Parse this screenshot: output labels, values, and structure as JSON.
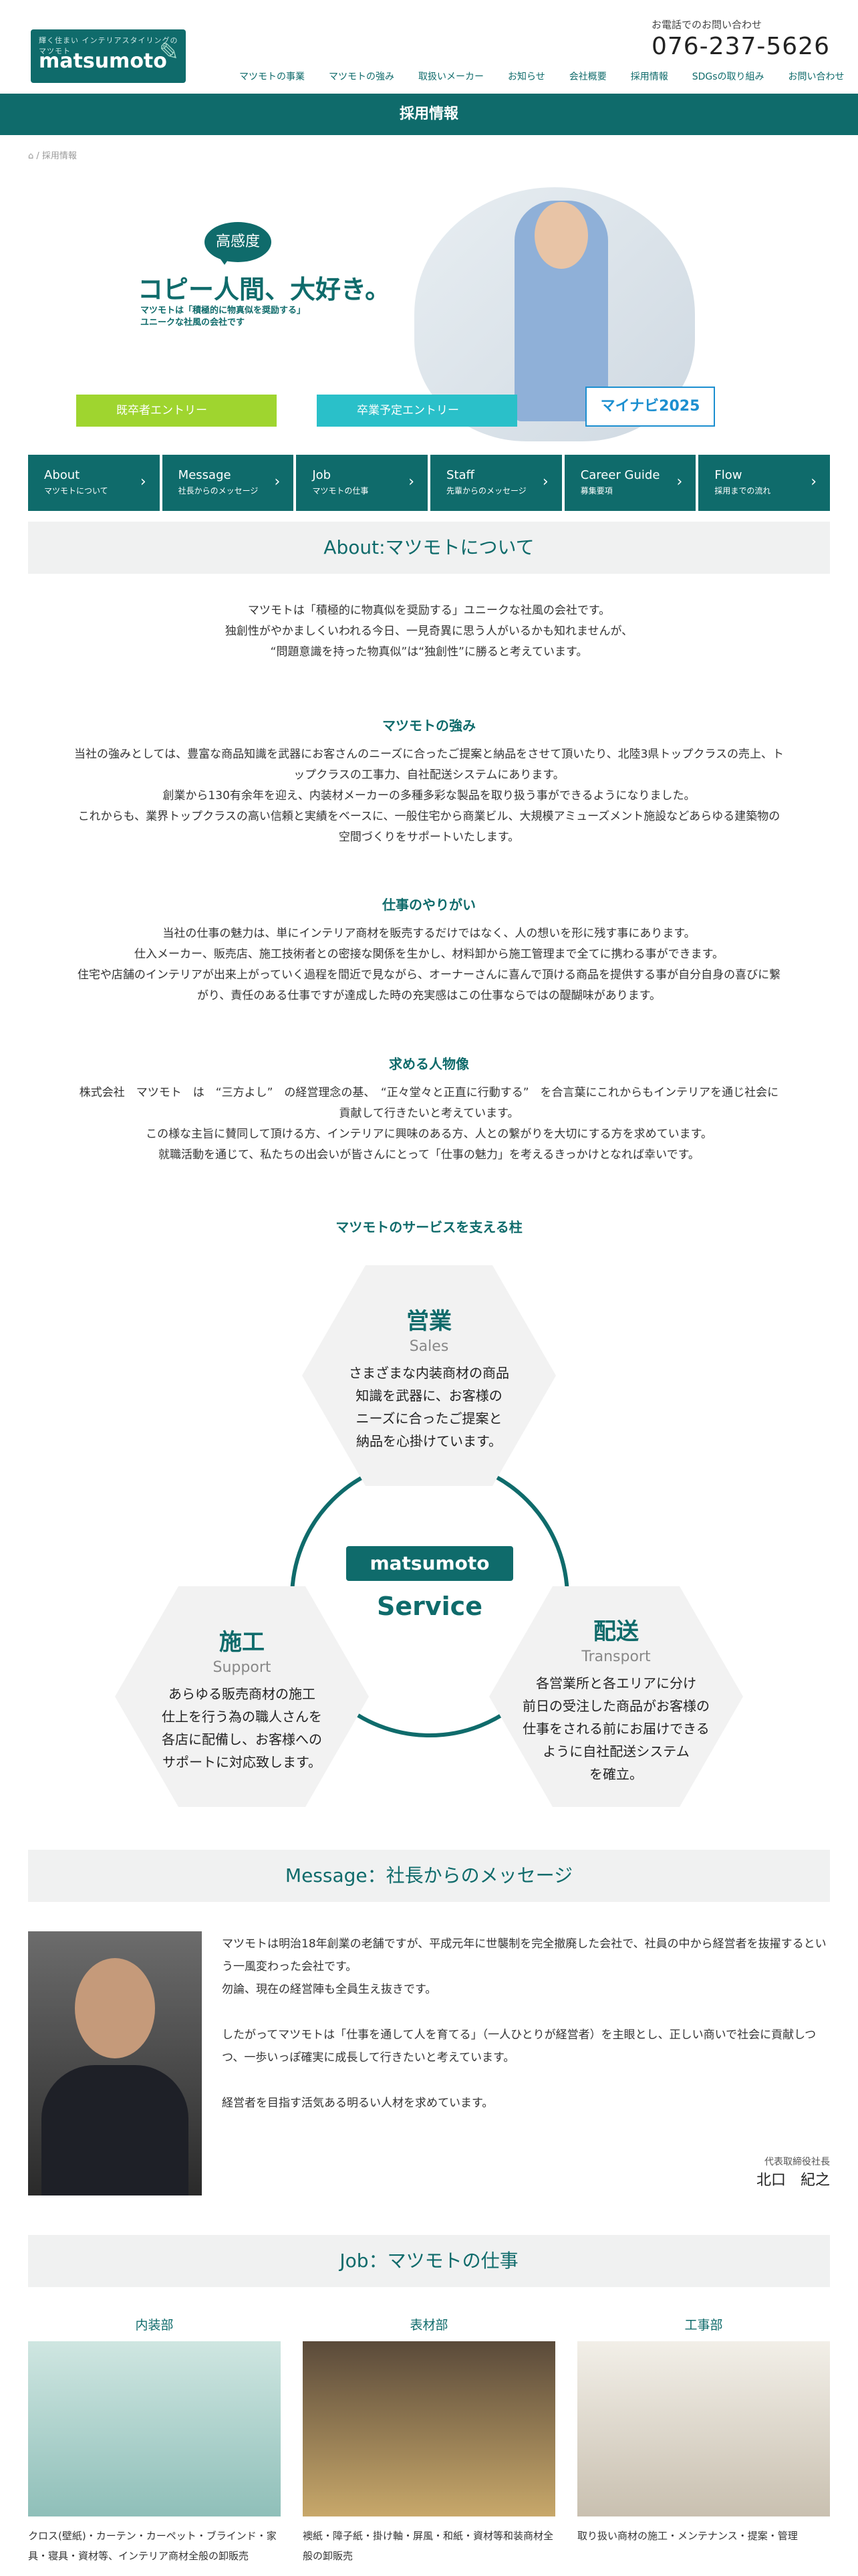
{
  "header": {
    "logo_tag": "輝く住まい インテリアスタイリングのマツモト",
    "logo_name": "matsumoto",
    "contact_label": "お電話でのお問い合わせ",
    "tel": "076-237-5626",
    "nav": [
      "マツモトの事業",
      "マツモトの強み",
      "取扱いメーカー",
      "お知らせ",
      "会社概要",
      "採用情報",
      "SDGsの取り組み",
      "お問い合わせ"
    ]
  },
  "title_bar": "採用情報",
  "breadcrumb": "採用情報",
  "hero": {
    "bubble": "高感度",
    "catch": "コピー人間、大好き。",
    "sub1": "マツモトは「積極的に物真似を奨励する」",
    "sub2": "ユニークな社風の会社です",
    "btn_new": "既卒者エントリー",
    "btn_grad": "卒業予定エントリー",
    "mynavi": "マイナビ2025"
  },
  "tabs": [
    {
      "en": "About",
      "ja": "マツモトについて"
    },
    {
      "en": "Message",
      "ja": "社長からのメッセージ"
    },
    {
      "en": "Job",
      "ja": "マツモトの仕事"
    },
    {
      "en": "Staff",
      "ja": "先輩からのメッセージ"
    },
    {
      "en": "Career Guide",
      "ja": "募集要項"
    },
    {
      "en": "Flow",
      "ja": "採用までの流れ"
    }
  ],
  "about": {
    "head": "About:マツモトについて",
    "intro": [
      "マツモトは「積極的に物真似を奨励する」ユニークな社風の会社です。",
      "独創性がやかましくいわれる今日、一見奇異に思う人がいるかも知れませんが、",
      "“問題意識を持った物真似”は“独創性”に勝ると考えています。"
    ],
    "strength_title": "マツモトの強み",
    "strength": [
      "当社の強みとしては、豊富な商品知識を武器にお客さんのニーズに合ったご提案と納品をさせて頂いたり、北陸3県トップクラスの売上、ト",
      "ップクラスの工事力、自社配送システムにあります。",
      "創業から130有余年を迎え、内装材メーカーの多種多彩な製品を取り扱う事ができるようになりました。",
      "これからも、業界トップクラスの高い信頼と実績をベースに、一般住宅から商業ビル、大規模アミューズメント施設などあらゆる建築物の",
      "空間づくりをサポートいたします。"
    ],
    "work_title": "仕事のやりがい",
    "work": [
      "当社の仕事の魅力は、単にインテリア商材を販売するだけではなく、人の想いを形に残す事にあります。",
      "仕入メーカー、販売店、施工技術者との密接な関係を生かし、材料卸から施工管理まで全てに携わる事ができます。",
      "住宅や店舗のインテリアが出来上がっていく過程を間近で見ながら、オーナーさんに喜んで頂ける商品を提供する事が自分自身の喜びに繋",
      "がり、責任のある仕事ですが達成した時の充実感はこの仕事ならではの醍醐味があります。"
    ],
    "people_title": "求める人物像",
    "people": [
      "株式会社　マツモト　は　“三方よし”　の経営理念の基、　“正々堂々と正直に行動する”　を合言葉にこれからもインテリアを通じ社会に",
      "貢献して行きたいと考えています。",
      "この様な主旨に賛同して頂ける方、インテリアに興味のある方、人との繋がりを大切にする方を求めています。",
      "就職活動を通じて、私たちの出会いが皆さんにとって「仕事の魅力」を考えるきっかけとなれば幸いです。"
    ],
    "pillars_title": "マツモトのサービスを支える柱"
  },
  "pillars": {
    "sales": {
      "ja": "営業",
      "en": "Sales",
      "lines": [
        "さまざまな内装商材の商品",
        "知識を武器に、お客様の",
        "ニーズに合ったご提案と",
        "納品を心掛けています。"
      ]
    },
    "support": {
      "ja": "施工",
      "en": "Support",
      "lines": [
        "あらゆる販売商材の施工",
        "仕上を行う為の職人さんを",
        "各店に配備し、お客様への",
        "サポートに対応致します。"
      ]
    },
    "transport": {
      "ja": "配送",
      "en": "Transport",
      "lines": [
        "各営業所と各エリアに分け",
        "前日の受注した商品がお客様の",
        "仕事をされる前にお届けできる",
        "ように自社配送システム",
        "を確立。"
      ]
    },
    "center_logo": "matsumoto",
    "center_label": "Service"
  },
  "message": {
    "head": "Message：社長からのメッセージ",
    "p1": "マツモトは明治18年創業の老舗ですが、平成元年に世襲制を完全撤廃した会社で、社員の中から経営者を抜擢するという一風変わった会社です。",
    "p2": "勿論、現在の経営陣も全員生え抜きです。",
    "p3": "したがってマツモトは「仕事を通して人を育てる」（一人ひとりが経営者）を主眼とし、正しい商いで社会に貢献しつつ、一歩いっぽ確実に成長して行きたいと考えています。",
    "p4": "経営者を目指す活気ある明るい人材を求めています。",
    "role": "代表取締役社長",
    "name": "北口　紀之"
  },
  "job": {
    "head": "Job：マツモトの仕事",
    "cols": [
      {
        "title": "内装部",
        "desc": "クロス(壁紙)・カーテン・カーペット・ブラインド・家具・寝具・資材等、インテリア商材全般の卸販売"
      },
      {
        "title": "表材部",
        "desc": "襖紙・障子紙・掛け軸・屏風・和紙・資材等和装商材全般の卸販売"
      },
      {
        "title": "工事部",
        "desc": "取り扱い商材の施工・メンテナンス・提案・管理"
      }
    ]
  }
}
